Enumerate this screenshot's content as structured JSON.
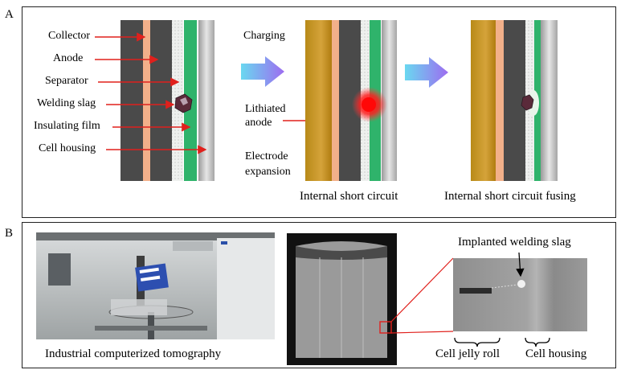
{
  "panel_a": {
    "label": "A",
    "layer_labels": [
      "Collector",
      "Anode",
      "Separator",
      "Welding slag",
      "Insulating film",
      "Cell housing"
    ],
    "step_labels": {
      "charging": "Charging",
      "lithiated_anode": "Lithiated anode",
      "electrode_expansion": "Electrode expansion"
    },
    "captions": {
      "short_circuit": "Internal short circuit",
      "fusing": "Internal short circuit fusing"
    }
  },
  "panel_b": {
    "label": "B",
    "captions": {
      "ct": "Industrial computerized tomography",
      "implanted": "Implanted welding slag",
      "jelly_roll": "Cell jelly roll",
      "housing": "Cell housing"
    }
  },
  "colors": {
    "collector": "#4a4a4a",
    "anode": "#f2b08a",
    "lithiated_anode": "#c0901e",
    "separator": "#e9ebe9",
    "insulating_film": "#2fb36b",
    "housing": "#bdbdbd",
    "arrow_red": "#e0201c",
    "arrow_gradient_start": "#6ad8f0",
    "arrow_gradient_end": "#9d6cf0"
  }
}
